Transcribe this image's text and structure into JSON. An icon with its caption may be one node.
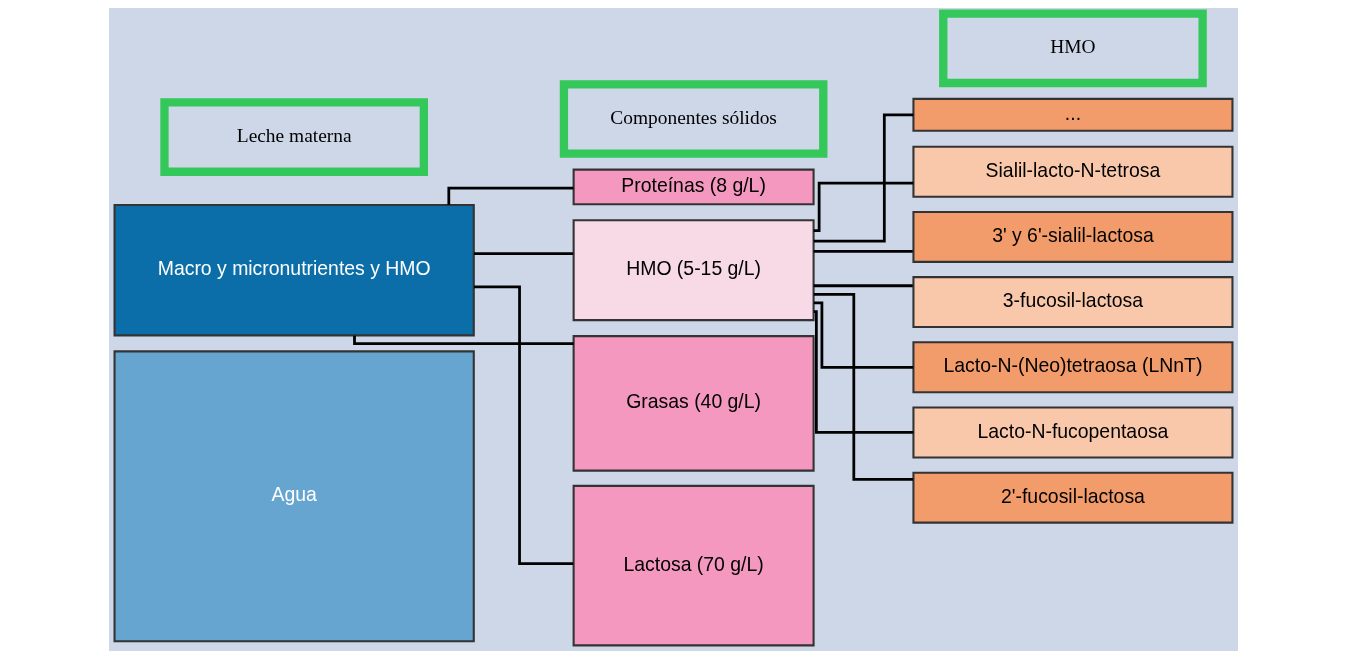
{
  "diagram": {
    "nodes": [
      {
        "text": [
          "Leche materna"
        ]
      },
      {
        "text": [
          "Componentes sólidos"
        ]
      },
      {
        "text": [
          "HMO"
        ]
      },
      {
        "text": [
          "Macro y micronutrientes y HMO"
        ]
      },
      {
        "text": [
          "Agua"
        ]
      },
      {
        "text": [
          "Proteínas (8 g/L)"
        ]
      },
      {
        "text": [
          "HMO (5-15 g/L)"
        ]
      },
      {
        "text": [
          "Grasas (40 g/L)"
        ]
      },
      {
        "text": [
          "Lactosa (70 g/L)"
        ]
      },
      {
        "text": [
          "..."
        ]
      },
      {
        "text": [
          "Sialil-lacto-N-tetrosa"
        ]
      },
      {
        "text": [
          "3' y 6'-sialil-lactosa"
        ]
      },
      {
        "text": [
          "3-fucosil-lactosa"
        ]
      },
      {
        "text": [
          "Lacto-N-(Neo)tetraosa (LNnT)"
        ]
      },
      {
        "text": [
          "Lacto-N-fucopentaosa"
        ]
      },
      {
        "text": [
          "2'-fucosil-lactosa"
        ]
      }
    ],
    "edges": [
      {
        "from": 3,
        "to": 5,
        "arrow": "none"
      },
      {
        "from": 3,
        "to": 6,
        "arrow": "none"
      },
      {
        "from": 3,
        "to": 7,
        "arrow": "none"
      },
      {
        "from": 3,
        "to": 8,
        "arrow": "none"
      },
      {
        "from": 6,
        "to": 9,
        "arrow": "none"
      },
      {
        "from": 6,
        "to": 10,
        "arrow": "none"
      },
      {
        "from": 6,
        "to": 11,
        "arrow": "none"
      },
      {
        "from": 6,
        "to": 12,
        "arrow": "none"
      },
      {
        "from": 6,
        "to": 13,
        "arrow": "none"
      },
      {
        "from": 6,
        "to": 14,
        "arrow": "none"
      },
      {
        "from": 6,
        "to": 15,
        "arrow": "none"
      }
    ]
  }
}
